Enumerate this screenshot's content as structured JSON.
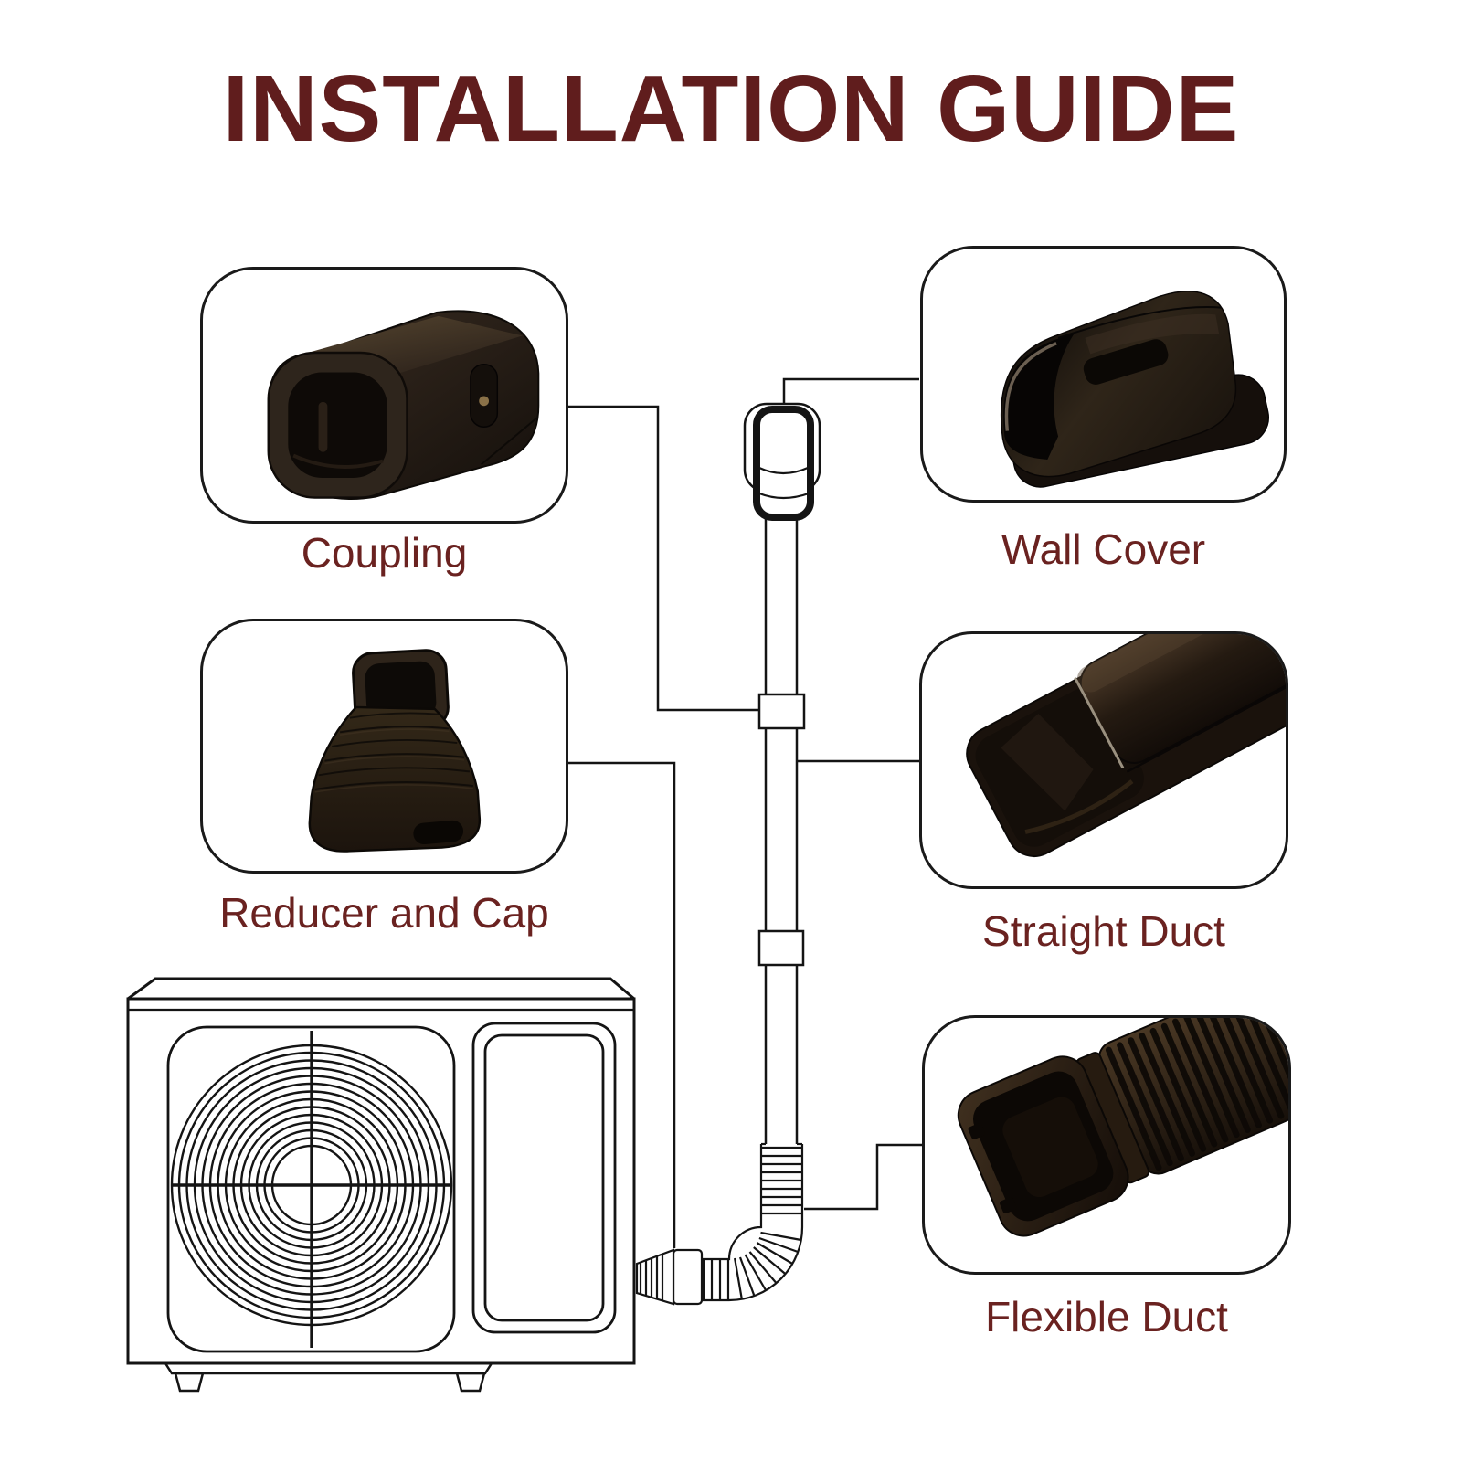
{
  "title": "INSTALLATION GUIDE",
  "theme": {
    "background": "#ffffff",
    "title_color": "#601d1d",
    "label_color": "#6a2220",
    "outline_color": "#141414",
    "box_border_color": "#1a1a1a",
    "product_dark": "#120d09",
    "product_mid": "#2b2119",
    "product_light": "#4c3b2b"
  },
  "callouts": [
    {
      "id": "coupling",
      "label": "Coupling",
      "icon": "coupling-product-image"
    },
    {
      "id": "wall_cover",
      "label": "Wall Cover",
      "icon": "wall-cover-product-image"
    },
    {
      "id": "reducer_and_cap",
      "label": "Reducer and Cap",
      "icon": "reducer-and-cap-product-image"
    },
    {
      "id": "straight_duct",
      "label": "Straight Duct",
      "icon": "straight-duct-product-image"
    },
    {
      "id": "flexible_duct",
      "label": "Flexible Duct",
      "icon": "flexible-duct-product-image"
    }
  ],
  "diagram": {
    "parts": [
      "outdoor-unit",
      "fan-grille",
      "side-panel",
      "unit-feet",
      "wall-cover-fitting",
      "vertical-line-set-duct",
      "upper-coupling-joint",
      "lower-coupling-joint",
      "flexible-elbow",
      "reducer-connection",
      "callout-leader-lines"
    ]
  }
}
